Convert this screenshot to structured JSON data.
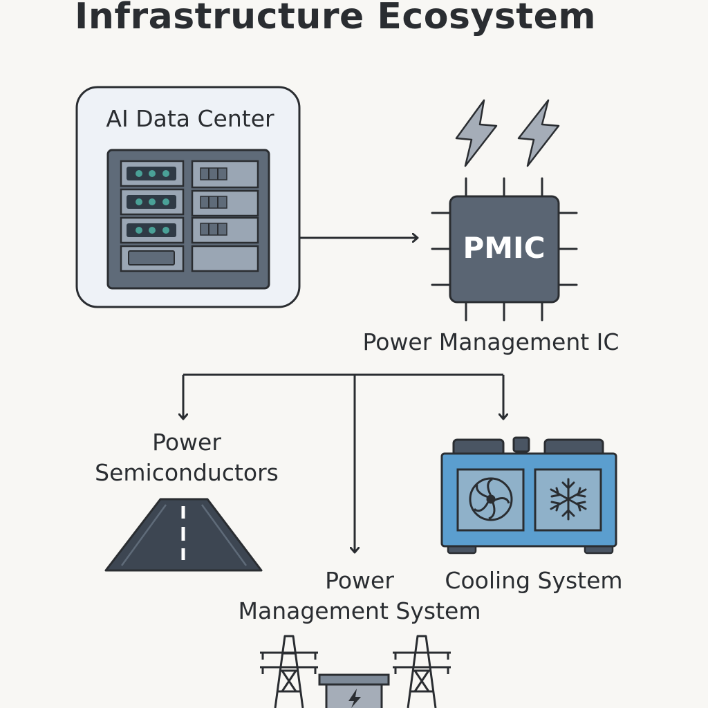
{
  "title": "Infrastructure Ecosystem",
  "nodes": {
    "data_center": {
      "label": "AI Data Center"
    },
    "pmic": {
      "chip_text": "PMIC",
      "caption": "Power Management IC"
    },
    "power_semiconductors": {
      "line1": "Power",
      "line2": "Semiconductors"
    },
    "power_management_system": {
      "line1": "Power",
      "line2": "Management System"
    },
    "cooling_system": {
      "label": "Cooling System"
    }
  },
  "colors": {
    "background": "#f8f7f4",
    "outline": "#2a2d31",
    "slate": "#5f6b79",
    "chip": "#5a6573",
    "cooler_blue": "#5b9ecf",
    "rack_panel": "#9aa6b4",
    "led_teal": "#4aa197",
    "bolt_gray": "#a5adb8"
  }
}
